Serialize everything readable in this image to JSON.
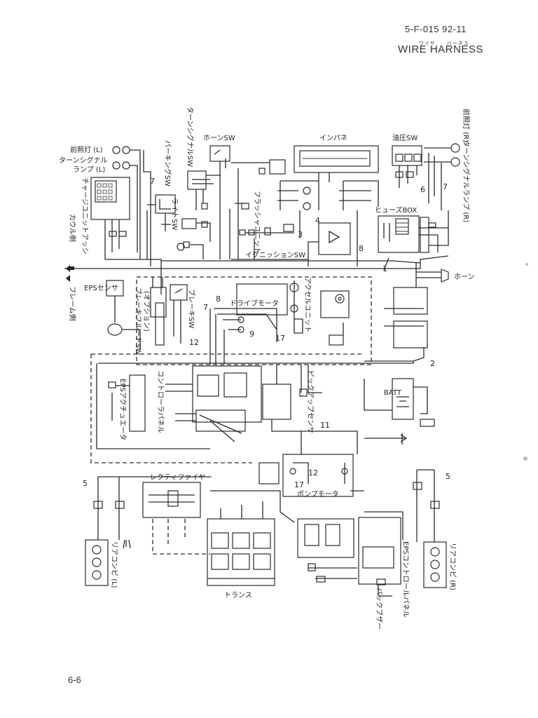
{
  "header": {
    "code": "5-F-015   92-11",
    "title_ruby": "ワイヤ　　ハーネス",
    "title": "WIRE HARNESS"
  },
  "page_number": "6-6",
  "labels": {
    "headlight_l": "前照灯 (L)",
    "turn_signal_l_1": "ターンシグナル",
    "turn_signal_l_2": "ランプ (L)",
    "charge_unit": "チャージユニットアッシ",
    "cowl_side": "カウル側",
    "frame_side": "フレーム側",
    "parking_sw": "パーキングSW",
    "turn_signal_sw": "ターンシグナルSW",
    "light_sw": "ライトSW",
    "horn_sw": "ホーンSW",
    "flasher_unit": "フラッシャユニット",
    "instrument_panel": "インパネ",
    "oil_pressure_sw": "油圧SW",
    "headlight_r": "前照灯 (R)",
    "turn_signal_r": "ターンシグナルランプ (R)",
    "fuse_box": "ヒューズBOX",
    "ignition_sw": "イグニッションSW",
    "horn": "ホーン",
    "eps_sensor": "EPSセンサ",
    "brake_fluid_sw": "ブレーキフルードSW",
    "option": "(オプション)",
    "brake_sw": "ブレーキSW",
    "drive_motor": "ドライブモータ",
    "accel_unit": "アクセルユニット",
    "eps_actuator": "EPSアクチュエータ",
    "controller_panel": "コントローラパネル",
    "pickup_sensor": "ピックアップセンサ",
    "batt": "BATT",
    "rectifier": "レクティファイヤー",
    "pump_motor": "ポンプモータ",
    "transformer": "トランス",
    "rear_combi_l": "リアコンビ (L)",
    "rear_combi_r": "リアコンビ (R)",
    "eps_control_panel": "EPSコントロールパネル",
    "back_buzzer": "バックブザー"
  },
  "wire_numbers": {
    "n1": "1",
    "n2": "2",
    "n3": "3",
    "n4": "4",
    "n5_left": "5",
    "n5_right": "5",
    "n6": "6",
    "n7_left": "7",
    "n7_right": "7",
    "n7_mid": "7",
    "n8_top": "8",
    "n8_mid": "8",
    "n9": "9",
    "n11": "11",
    "n12_left": "12",
    "n12_right": "12",
    "n17_top": "17",
    "n17_bottom": "17"
  }
}
